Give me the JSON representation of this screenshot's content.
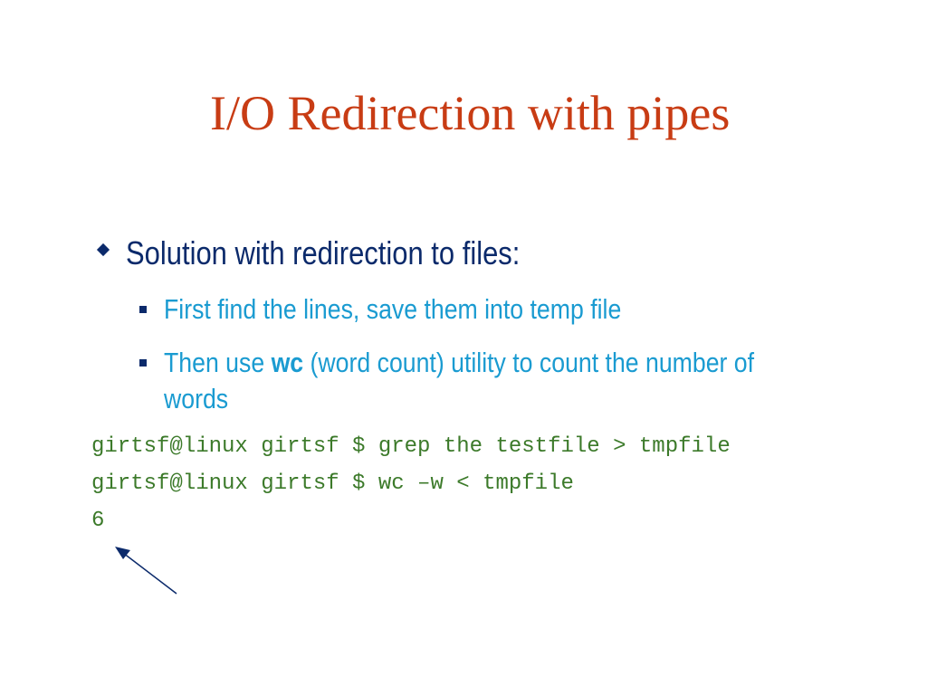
{
  "slide": {
    "title": "I/O Redirection with pipes",
    "bullet": "Solution with redirection to files:",
    "sub_bullets": [
      {
        "text": "First find the lines, save them into temp file"
      },
      {
        "prefix": "Then use ",
        "bold": "wc",
        "suffix": " (word count) utility to count the number of words"
      }
    ],
    "terminal_lines": [
      "girtsf@linux girtsf $ grep the testfile > tmpfile",
      "girtsf@linux girtsf $ wc –w < tmpfile",
      "6"
    ]
  },
  "colors": {
    "title": "#c83c14",
    "level1_text": "#0b2a6b",
    "level2_text": "#1a9bd1",
    "code_text": "#3c7a2a",
    "arrow": "#0b2a6b"
  }
}
